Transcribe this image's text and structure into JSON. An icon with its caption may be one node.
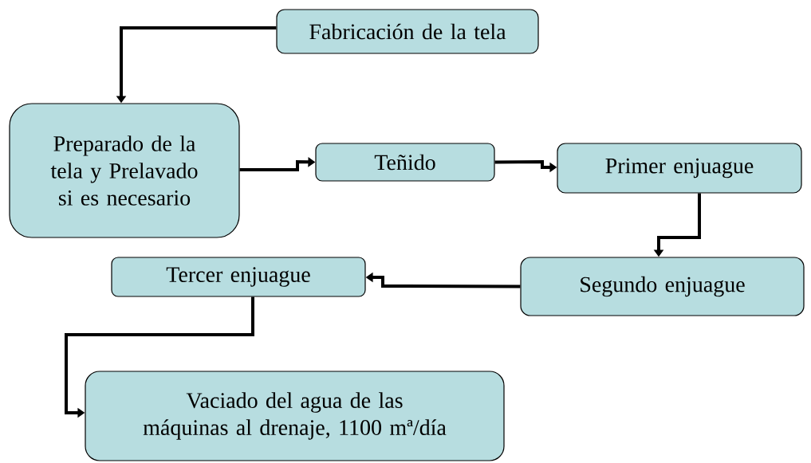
{
  "diagram": {
    "nodes": [
      {
        "text": [
          "Fabricación de la tela"
        ]
      },
      {
        "text": [
          "Preparado de la tela y Prelavado si es necesario"
        ]
      },
      {
        "text": [
          "Teñido"
        ]
      },
      {
        "text": [
          "Primer enjuague"
        ]
      },
      {
        "text": [
          "Segundo enjuague"
        ]
      },
      {
        "text": [
          "Tercer enjuague"
        ]
      },
      {
        "text": [
          "Vaciado del agua de las máquinas al drenaje, 1100 mª/día"
        ]
      }
    ],
    "edges": [
      {
        "from": 0,
        "to": 1,
        "arrow": "to"
      },
      {
        "from": 1,
        "to": 2,
        "arrow": "to"
      },
      {
        "from": 2,
        "to": 3,
        "arrow": "to"
      },
      {
        "from": 3,
        "to": 4,
        "arrow": "to"
      },
      {
        "from": 4,
        "to": 5,
        "arrow": "to"
      },
      {
        "from": 5,
        "to": 6,
        "arrow": "to"
      }
    ]
  }
}
